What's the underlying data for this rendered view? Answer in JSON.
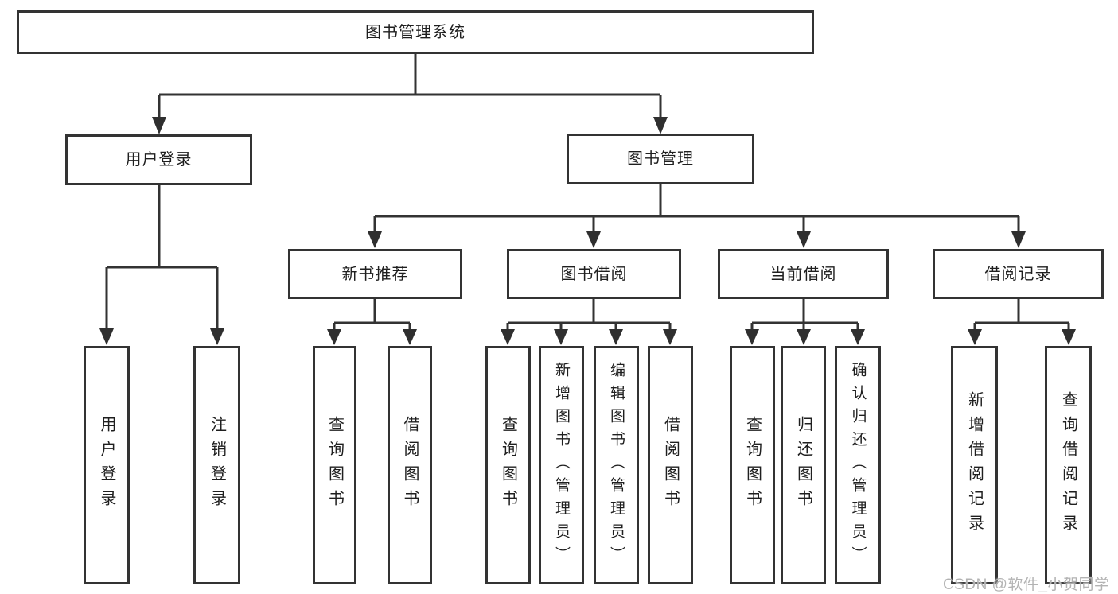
{
  "diagram": {
    "root": {
      "label": "图书管理系统"
    },
    "branches": [
      {
        "label": "用户登录",
        "children": [
          {
            "label": "用户登录"
          },
          {
            "label": "注销登录"
          }
        ]
      },
      {
        "label": "图书管理",
        "children": [
          {
            "label": "新书推荐",
            "children": [
              {
                "label": "查询图书"
              },
              {
                "label": "借阅图书"
              }
            ]
          },
          {
            "label": "图书借阅",
            "children": [
              {
                "label": "查询图书"
              },
              {
                "label": "新增图书（管理员）"
              },
              {
                "label": "编辑图书（管理员）"
              },
              {
                "label": "借阅图书"
              }
            ]
          },
          {
            "label": "当前借阅",
            "children": [
              {
                "label": "查询图书"
              },
              {
                "label": "归还图书"
              },
              {
                "label": "确认归还（管理员）"
              }
            ]
          },
          {
            "label": "借阅记录",
            "children": [
              {
                "label": "新增借阅记录"
              },
              {
                "label": "查询借阅记录"
              }
            ]
          }
        ]
      }
    ]
  },
  "watermark": {
    "text": "CSDN @软件_小贺同学",
    "color": "#b3b3b3"
  },
  "colors": {
    "line": "#333333",
    "text": "#1f1f1f",
    "background": "#ffffff"
  }
}
